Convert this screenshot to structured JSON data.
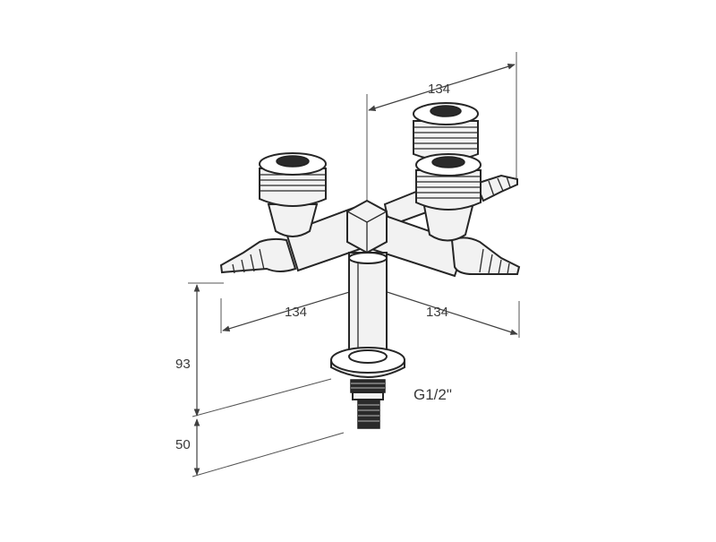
{
  "diagram": {
    "dimensions": {
      "top_span": "134",
      "left_span": "134",
      "right_span": "134",
      "upper_height": "93",
      "lower_height": "50"
    },
    "thread_label": "G1/2\"",
    "colors": {
      "outline": "#262626",
      "fill": "#f2f2f2",
      "dimension": "#3f3f3f"
    }
  }
}
